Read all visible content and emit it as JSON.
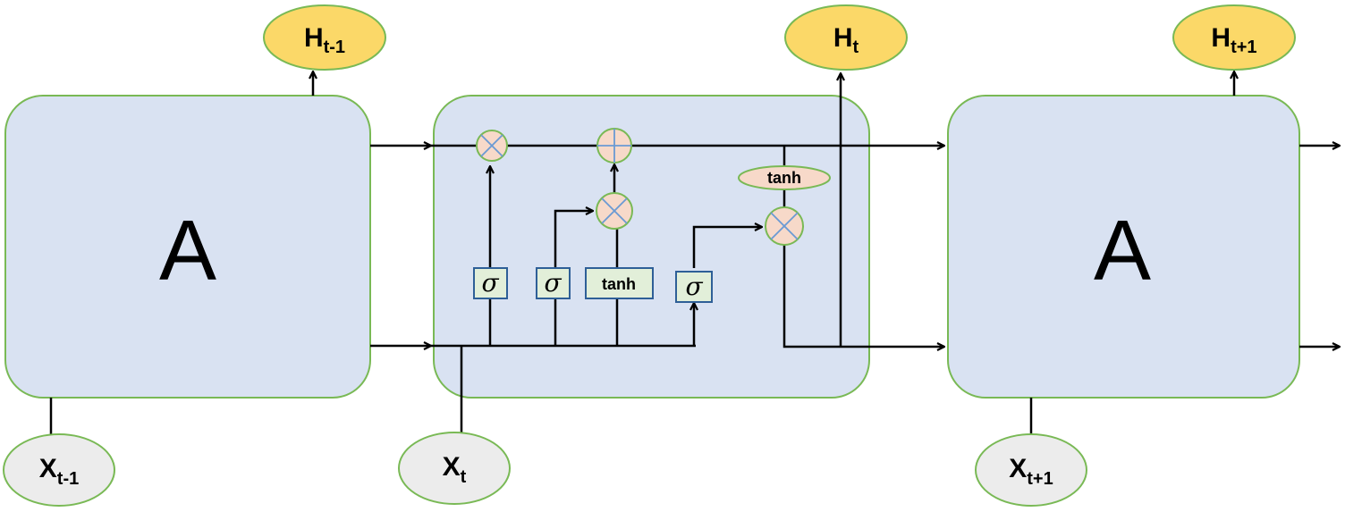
{
  "colors": {
    "cell_fill": "#d9e2f2",
    "cell_border": "#79b955",
    "output_fill": "#fbd868",
    "output_border": "#79b955",
    "input_fill": "#ececec",
    "input_border": "#79b955",
    "pointwise_fill": "#f7d9c9",
    "pointwise_border": "#79b955",
    "pointwise_mark": "#6a9ad4",
    "gate_fill": "#e2efd9",
    "gate_border": "#2e5f97",
    "tanh_node_fill": "#f7d9c9",
    "line": "#000000"
  },
  "cells": {
    "prev": {
      "label": "A"
    },
    "next": {
      "label": "A"
    }
  },
  "outputs": [
    {
      "main": "H",
      "sub": "t-1"
    },
    {
      "main": "H",
      "sub": "t"
    },
    {
      "main": "H",
      "sub": "t+1"
    }
  ],
  "inputs": [
    {
      "main": "X",
      "sub": "t-1"
    },
    {
      "main": "X",
      "sub": "t"
    },
    {
      "main": "X",
      "sub": "t+1"
    }
  ],
  "gates": {
    "forget": "σ",
    "input": "σ",
    "candidate": "tanh",
    "output": "σ",
    "cell_activation": "tanh"
  },
  "pointwise_ops": {
    "forget_multiply": "multiply-icon",
    "input_multiply": "multiply-icon",
    "cell_add": "add-icon",
    "output_multiply": "multiply-icon"
  }
}
